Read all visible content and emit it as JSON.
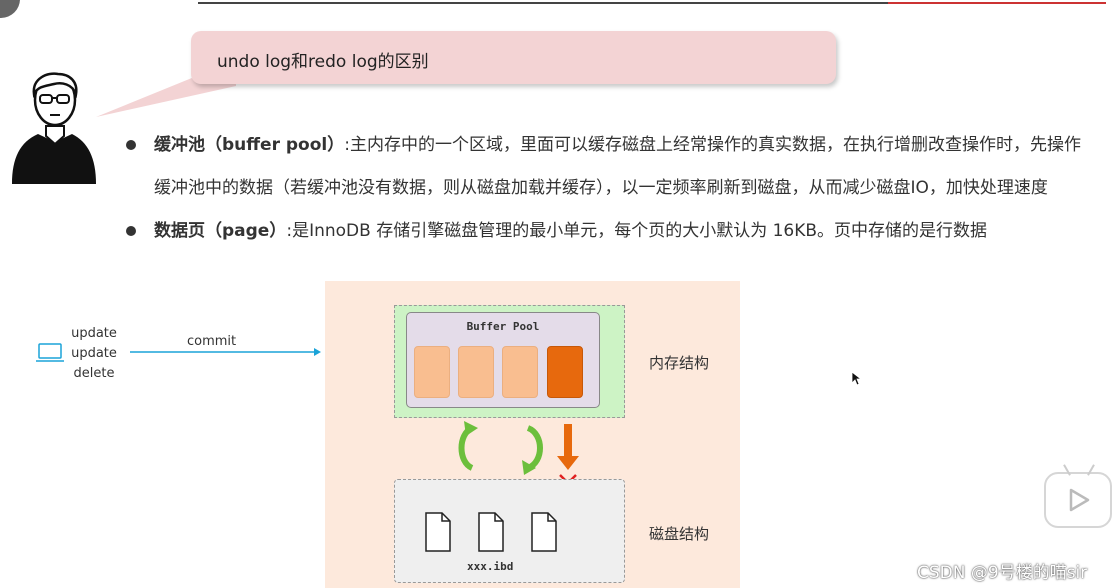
{
  "bubble": {
    "title": "undo log和redo log的区别"
  },
  "bullets": [
    {
      "term": "缓冲池（buffer pool）",
      "text": ":主内存中的一个区域，里面可以缓存磁盘上经常操作的真实数据，在执行增删改查操作时，先操作"
    },
    {
      "term": "",
      "text": "缓冲池中的数据（若缓冲池没有数据，则从磁盘加载并缓存），以一定频率刷新到磁盘，从而减少磁盘IO，加快处理速度"
    },
    {
      "term": "数据页（page）",
      "text": ":是InnoDB 存储引擎磁盘管理的最小单元，每个页的大小默认为 16KB。页中存储的是行数据"
    }
  ],
  "diagram": {
    "operations": [
      "update",
      "update",
      "delete"
    ],
    "commit_label": "commit",
    "buffer_pool_label": "Buffer Pool",
    "memory_label": "内存结构",
    "disk_label": "磁盘结构",
    "disk_file": "xxx.ibd",
    "colors": {
      "page": "#f9be90",
      "dirty_page": "#e7690d",
      "flush_arrow": "#e7690d",
      "sync_arrow": "#6cbf3c",
      "memory_bg": "#cdf3c5"
    }
  },
  "watermark": "CSDN @9号楼的喵sir",
  "icons": [
    "laptop-icon",
    "play-icon",
    "sync-arrow-icon",
    "flush-arrow-icon",
    "blocked-x-icon",
    "file-icon",
    "cursor-icon",
    "avatar-icon"
  ]
}
